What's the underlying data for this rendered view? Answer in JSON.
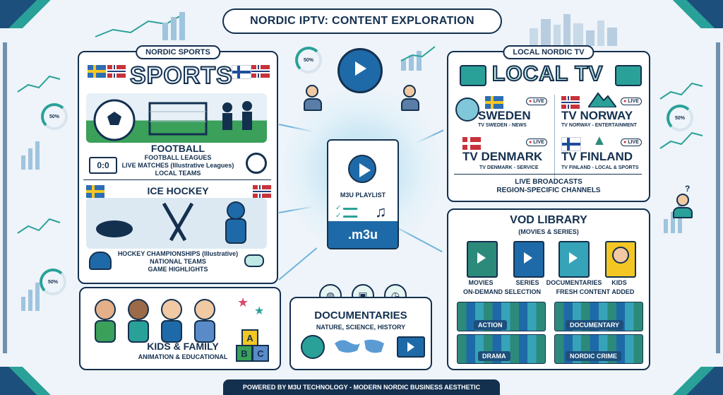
{
  "title": "NORDIC IPTV: CONTENT EXPLORATION",
  "footer": "POWERED BY M3U TECHNOLOGY - MODERN NORDIC BUSINESS AESTHETIC",
  "stats": [
    "50%",
    "50%",
    "50%",
    "50%"
  ],
  "sports": {
    "tag": "NORDIC SPORTS",
    "heading": "SPORTS",
    "football": {
      "title": "FOOTBALL",
      "lines": [
        "FOOTBALL LEAGUES",
        "LIVE MATCHES (Illustrative Leagues)",
        "LOCAL TEAMS"
      ],
      "scoreboard": "0:0"
    },
    "hockey": {
      "title": "ICE HOCKEY",
      "lines": [
        "HOCKEY CHAMPIONSHIPS (Illustrative)",
        "NATIONAL TEAMS",
        "GAME HIGHLIGHTS"
      ]
    }
  },
  "kids": {
    "title": "KIDS & FAMILY",
    "subtitle": "ANIMATION & EDUCATIONAL",
    "blocks": [
      "A",
      "B",
      "C"
    ]
  },
  "center": {
    "playlist_label": "M3U PLAYLIST",
    "extension": ".m3u"
  },
  "docs": {
    "title": "DOCUMENTARIES",
    "subtitle": "NATURE, SCIENCE, HISTORY"
  },
  "local": {
    "tag": "LOCAL NORDIC TV",
    "heading": "LOCAL TV",
    "live_label": "LIVE",
    "channels": [
      {
        "name": "SWEDEN",
        "sub": "TV SWEDEN - NEWS"
      },
      {
        "name": "TV NORWAY",
        "sub": "TV NORWAY - ENTERTAINMENT"
      },
      {
        "name": "TV DENMARK",
        "sub": "TV DENMARK - SERVICE"
      },
      {
        "name": "TV FINLAND",
        "sub": "TV FINLAND - LOCAL & SPORTS"
      }
    ],
    "footer_lines": [
      "LIVE BROADCASTS",
      "REGION-SPECIFIC CHANNELS"
    ]
  },
  "vod": {
    "title": "VOD LIBRARY",
    "subtitle": "(MOVIES & SERIES)",
    "items": [
      "MOVIES",
      "SERIES",
      "DOCUMENTARIES",
      "KIDS"
    ],
    "notes": [
      "ON-DEMAND SELECTION",
      "FRESH CONTENT ADDED"
    ],
    "shelves": [
      "ACTION",
      "DOCUMENTARY",
      "DRAMA",
      "NORDIC CRIME"
    ]
  },
  "colors": {
    "navy": "#14304f",
    "blue": "#1e6aa8",
    "teal": "#2aa198",
    "background": "#eef4f9"
  }
}
